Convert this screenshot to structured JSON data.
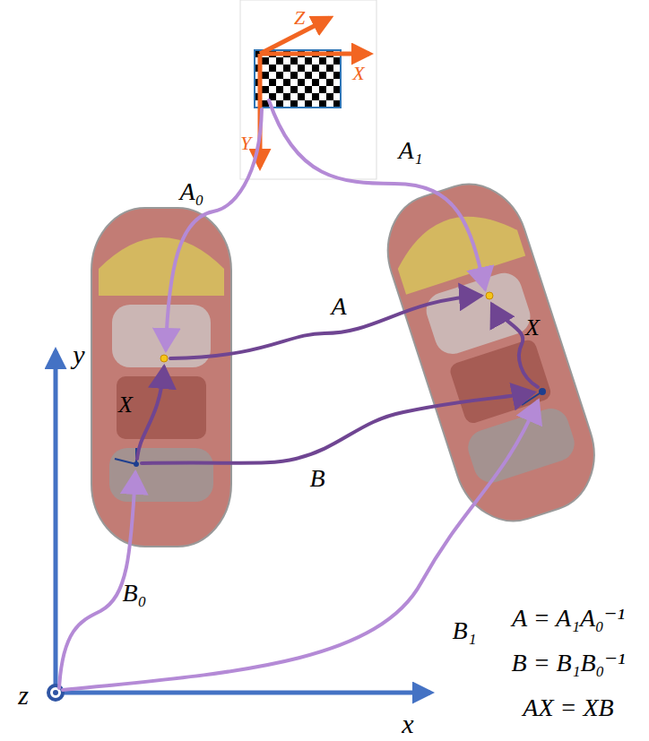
{
  "diagram": {
    "labels": [
      "Z",
      "X",
      "Y",
      "A₀",
      "A₁",
      "A",
      "X",
      "X",
      "B",
      "B₀",
      "B₁",
      "y",
      "x",
      "z",
      "A = A₁A₀⁻¹",
      "B = B₁B₀⁻¹",
      "AX = XB"
    ]
  }
}
